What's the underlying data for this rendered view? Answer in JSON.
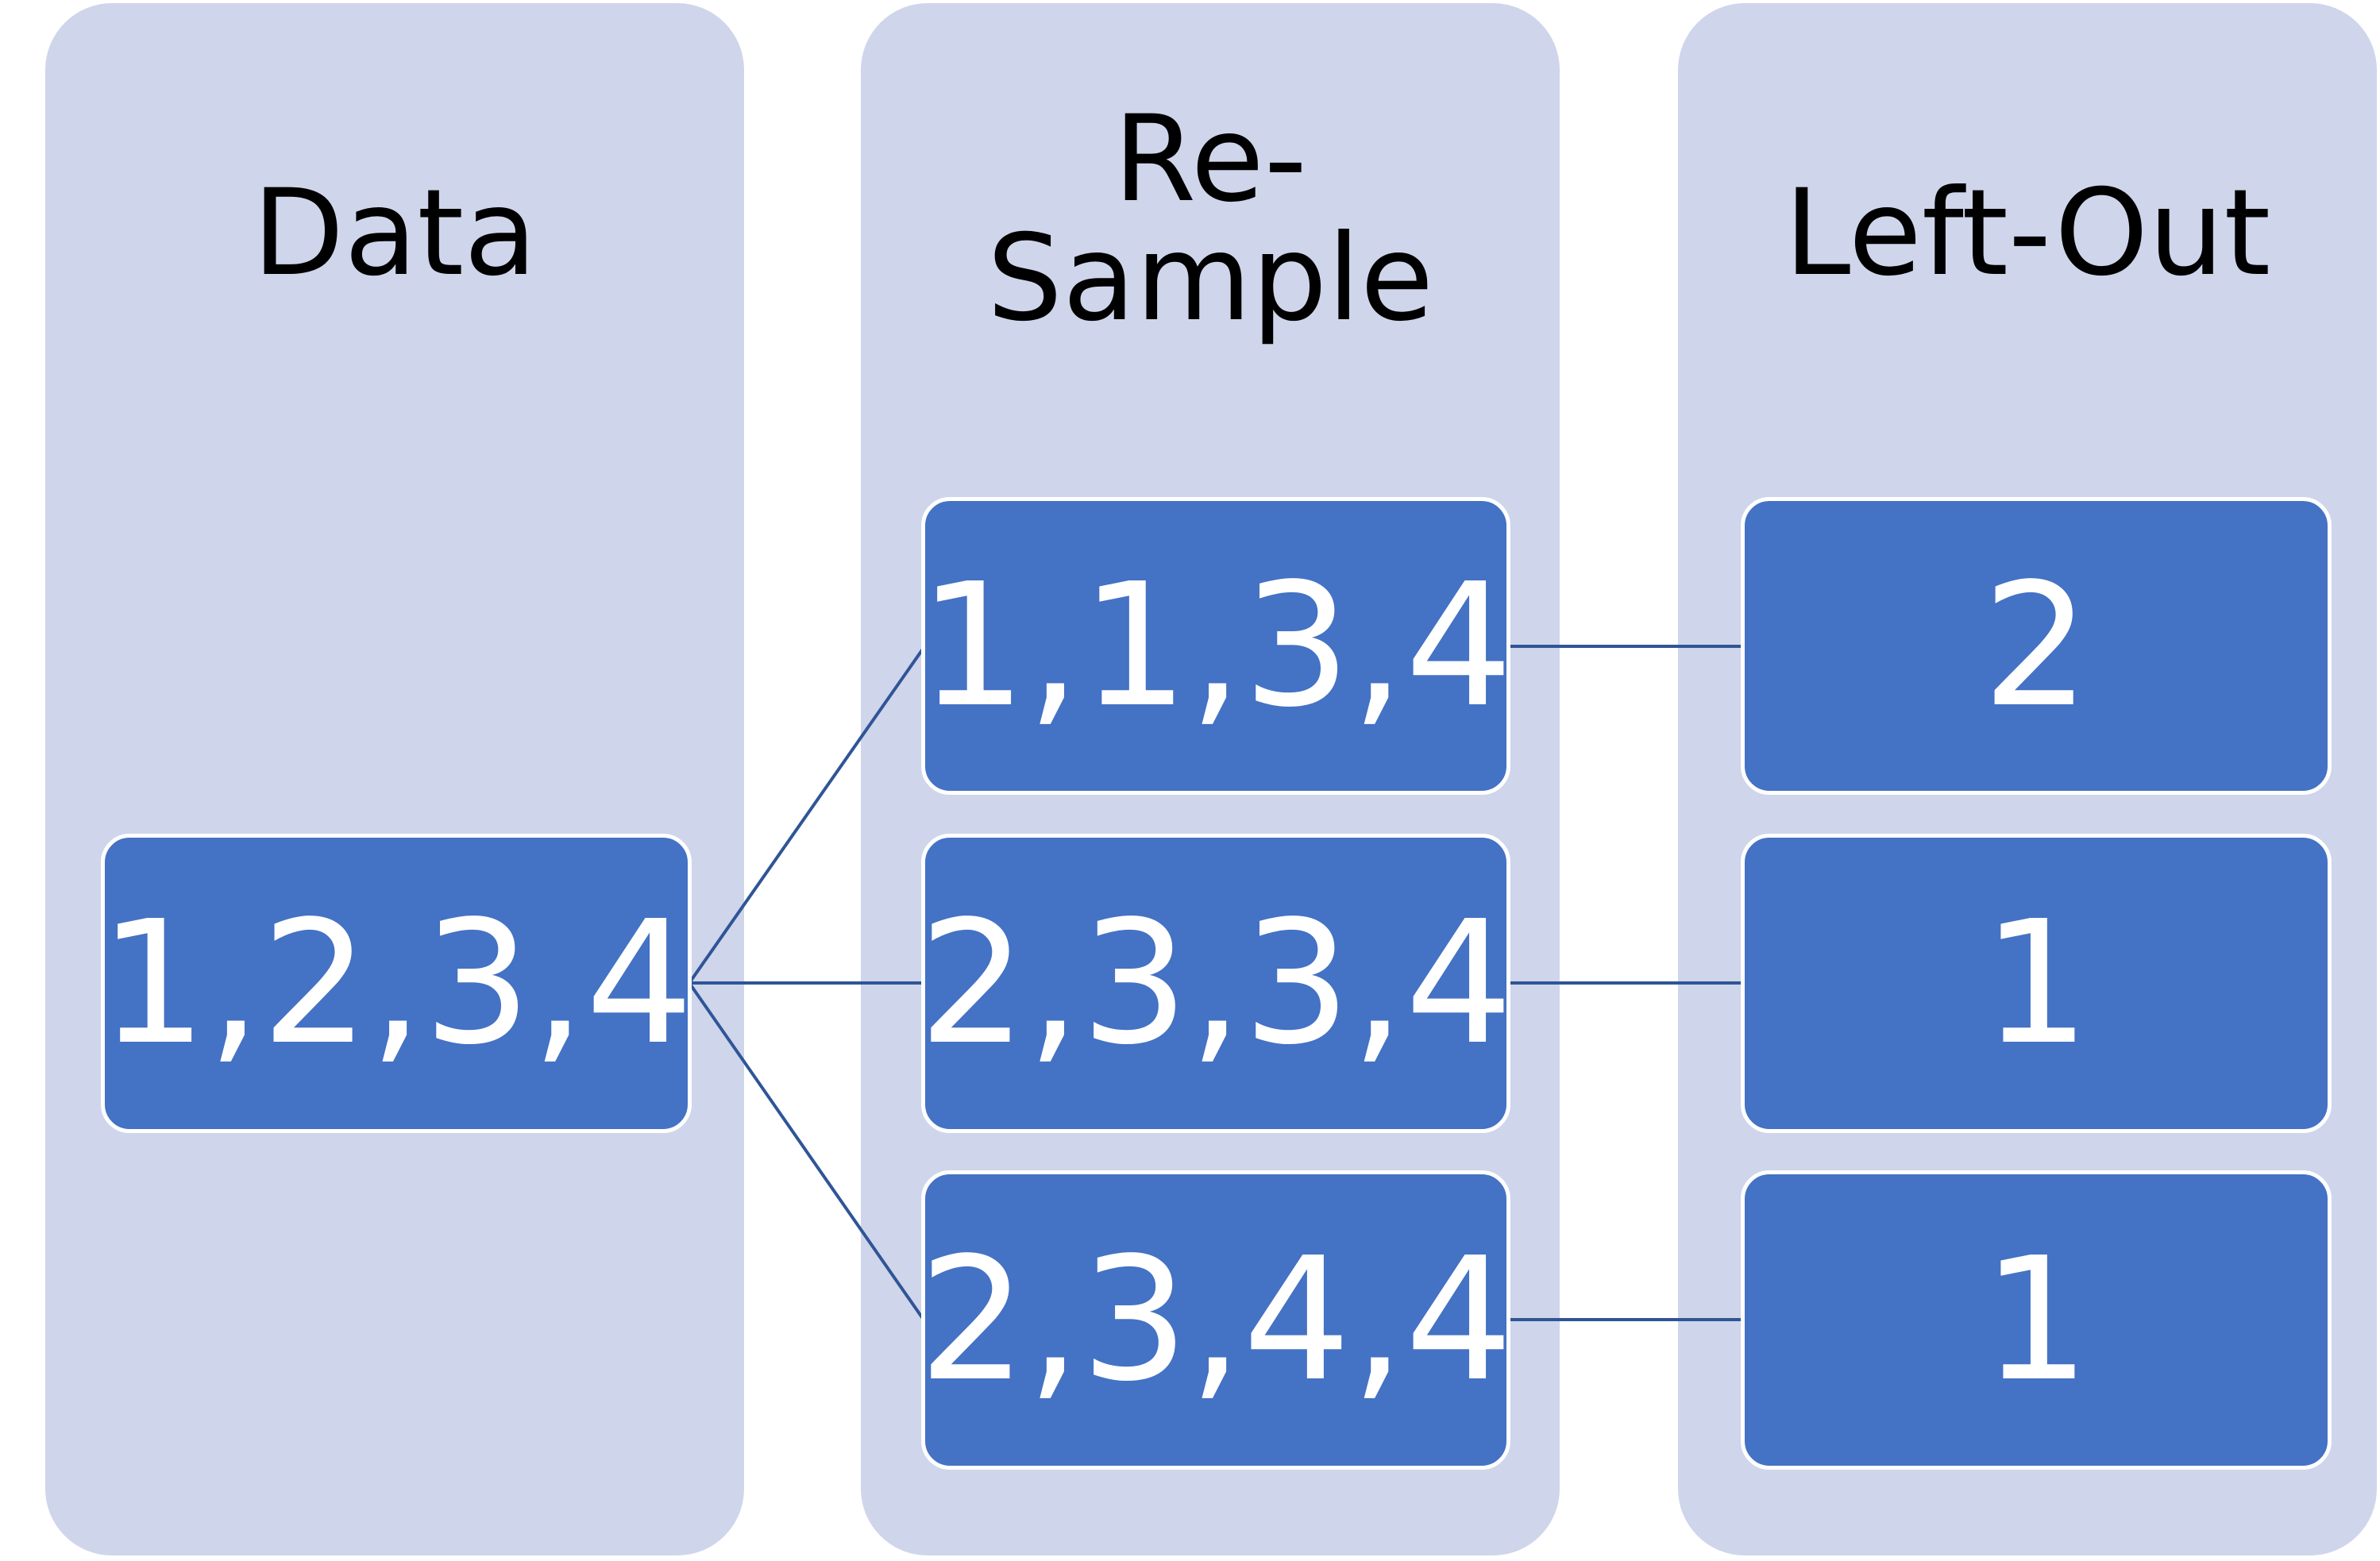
{
  "columns": [
    {
      "title": "Data"
    },
    {
      "title": "Re-\nSample"
    },
    {
      "title": "Left-Out"
    }
  ],
  "data_box": {
    "label": "1,2,3,4"
  },
  "resamples": [
    {
      "sample": "1,1,3,4",
      "left_out": "2"
    },
    {
      "sample": "2,3,3,4",
      "left_out": "1"
    },
    {
      "sample": "2,3,4,4",
      "left_out": "1"
    }
  ],
  "colors": {
    "column_background": "#cfd5ea",
    "box_fill": "#4472c4",
    "box_border": "#ffffff",
    "box_text": "#ffffff",
    "title_text": "#000000",
    "connector": "#2f5597"
  }
}
